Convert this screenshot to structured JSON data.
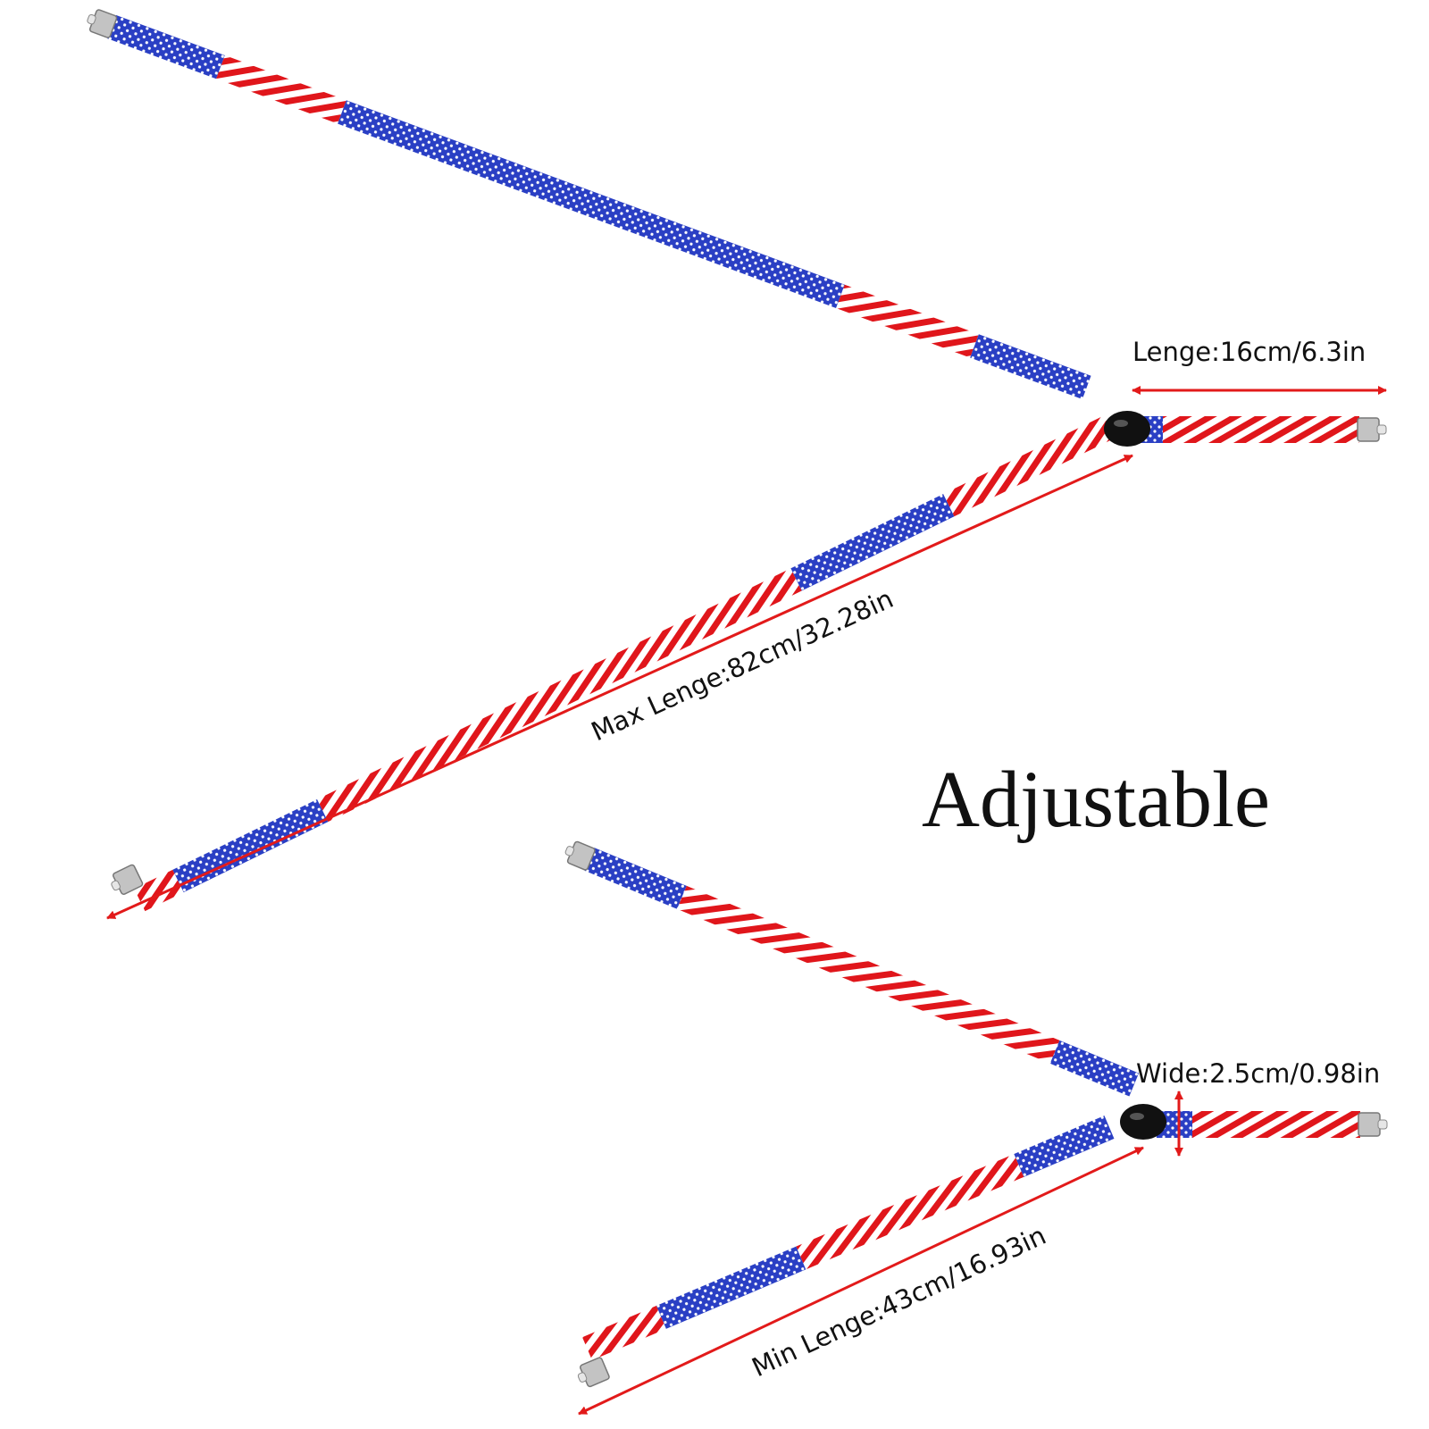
{
  "headline": "Adjustable",
  "labels": {
    "tab_length": "Lenge:16cm/6.3in",
    "max_length": "Max Lenge:82cm/32.28in",
    "width": "Wide:2.5cm/0.98in",
    "min_length": "Min Lenge:43cm/16.93in"
  },
  "colors": {
    "blue": "#2a3fc4",
    "red": "#e0161b",
    "white": "#ffffff",
    "arrow": "#e21a1a",
    "leather": "#111111",
    "clip": "#c3c3c3"
  },
  "icons": {
    "clip": "metal-clip-icon",
    "joint": "leather-y-patch-icon"
  }
}
